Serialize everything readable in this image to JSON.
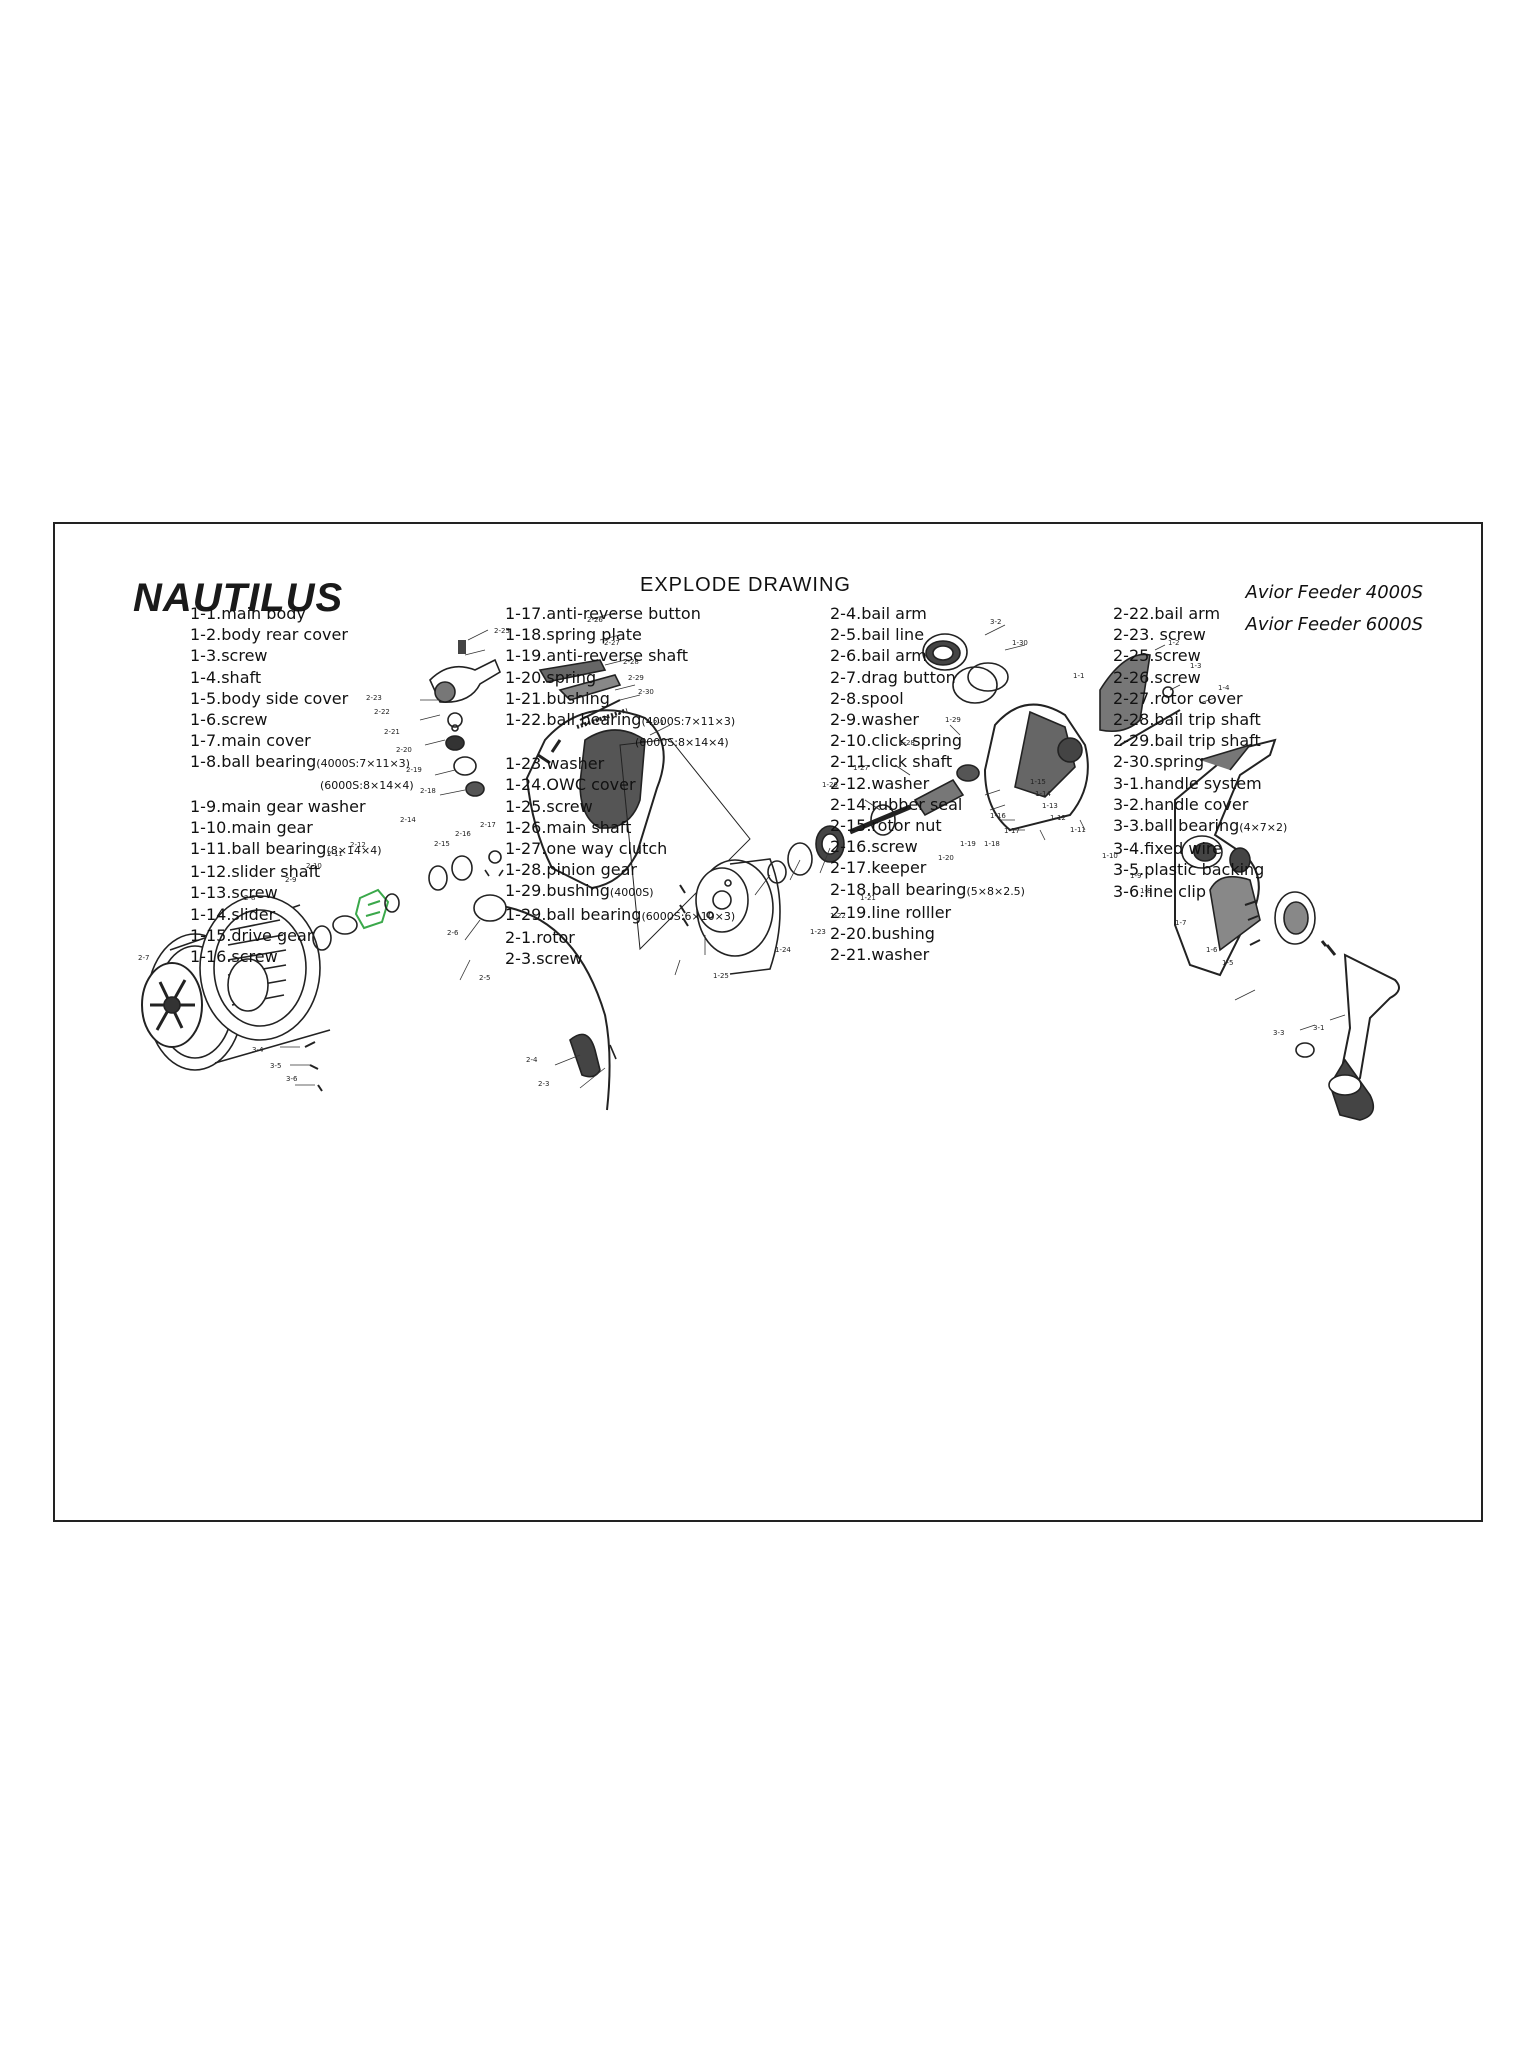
{
  "header": {
    "brand": "NAUTILUS",
    "title": "EXPLODE DRAWING",
    "models": [
      "Avior Feeder 4000S",
      "Avior Feeder 6000S"
    ]
  },
  "callouts": [
    "2-25",
    "2-26",
    "2-27",
    "2-28",
    "2-29",
    "2-30",
    "2-23",
    "2-22",
    "2-21",
    "2-20",
    "2-19",
    "2-18",
    "2-1",
    "3-2",
    "3-1",
    "1-30",
    "1-2",
    "1-3",
    "1-4",
    "1-1",
    "1-29",
    "1-28",
    "1-27",
    "1-26",
    "1-15",
    "1-14",
    "1-13",
    "1-12",
    "1-11",
    "1-16",
    "1-17",
    "1-18",
    "1-19",
    "1-20",
    "1-21",
    "1-22",
    "1-23",
    "1-24",
    "1-25",
    "1-10",
    "1-9",
    "1-8",
    "1-7",
    "1-6",
    "1-5",
    "2-14",
    "2-15",
    "2-16",
    "2-17",
    "2-12",
    "2-11",
    "2-10",
    "2-9",
    "2-8",
    "2-7",
    "2-6",
    "2-5",
    "2-4",
    "2-3",
    "3-3",
    "3-4",
    "3-5",
    "3-6"
  ],
  "legend": {
    "col1": [
      {
        "text": "1-1.main body"
      },
      {
        "text": "1-2.body rear cover"
      },
      {
        "text": "1-3.screw"
      },
      {
        "text": "1-4.shaft"
      },
      {
        "text": "1-5.body side cover"
      },
      {
        "text": "1-6.screw"
      },
      {
        "text": "1-7.main cover"
      },
      {
        "text": "1-8.ball bearing",
        "note": "(4000S:7×11×3)",
        "note2": "(6000S:8×14×4)"
      },
      {
        "text": "1-9.main gear washer"
      },
      {
        "text": "1-10.main gear"
      },
      {
        "text": "1-11.ball bearing",
        "note": "(8×14×4)"
      },
      {
        "text": "1-12.slider shaft"
      },
      {
        "text": "1-13.screw"
      },
      {
        "text": "1-14.slider"
      },
      {
        "text": "1-15.drive gear"
      },
      {
        "text": "1-16.screw"
      }
    ],
    "col2": [
      {
        "text": "1-17.anti-reverse button"
      },
      {
        "text": "1-18.spring plate"
      },
      {
        "text": "1-19.anti-reverse shaft"
      },
      {
        "text": "1-20.spring"
      },
      {
        "text": "1-21.bushing"
      },
      {
        "text": "1-22.ball bearing",
        "note": "(4000S:7×11×3)",
        "note2": "(6000S:8×14×4)"
      },
      {
        "text": "1-23.washer"
      },
      {
        "text": "1-24.OWC cover"
      },
      {
        "text": "1-25.screw"
      },
      {
        "text": "1-26.main shaft"
      },
      {
        "text": "1-27.one way clutch"
      },
      {
        "text": "1-28.pinion gear"
      },
      {
        "text": "1-29.bushing",
        "note": "(4000S)"
      },
      {
        "text": "1-29.ball bearing",
        "note": "(6000S:6×10×3)"
      },
      {
        "text": "2-1.rotor"
      },
      {
        "text": "2-3.screw"
      }
    ],
    "col3": [
      {
        "text": "2-4.bail arm"
      },
      {
        "text": "2-5.bail line"
      },
      {
        "text": "2-6.bail arm"
      },
      {
        "text": "2-7.drag button"
      },
      {
        "text": "2-8.spool"
      },
      {
        "text": "2-9.washer"
      },
      {
        "text": "2-10.click spring"
      },
      {
        "text": "2-11.click shaft"
      },
      {
        "text": "2-12.washer"
      },
      {
        "text": "2-14.rubber seal"
      },
      {
        "text": "2-15.rotor nut"
      },
      {
        "text": "2-16.screw"
      },
      {
        "text": "2-17.keeper"
      },
      {
        "text": "2-18.ball bearing",
        "note": "(5×8×2.5)"
      },
      {
        "text": "2-19.line rolller"
      },
      {
        "text": "2-20.bushing"
      },
      {
        "text": "2-21.washer"
      }
    ],
    "col4": [
      {
        "text": "2-22.bail arm"
      },
      {
        "text": "2-23. screw"
      },
      {
        "text": "2-25.screw"
      },
      {
        "text": "2-26.screw"
      },
      {
        "text": "2-27.rotor cover"
      },
      {
        "text": "2-28.bail trip shaft"
      },
      {
        "text": "2-29.bail trip shaft"
      },
      {
        "text": "2-30.spring"
      },
      {
        "text": "3-1.handle system"
      },
      {
        "text": "3-2.handle cover"
      },
      {
        "text": "3-3.ball bearing",
        "note": "(4×7×2)"
      },
      {
        "text": "3-4.fixed wire"
      },
      {
        "text": "3-5.plastic backing"
      },
      {
        "text": "3-6.line clip"
      }
    ]
  }
}
